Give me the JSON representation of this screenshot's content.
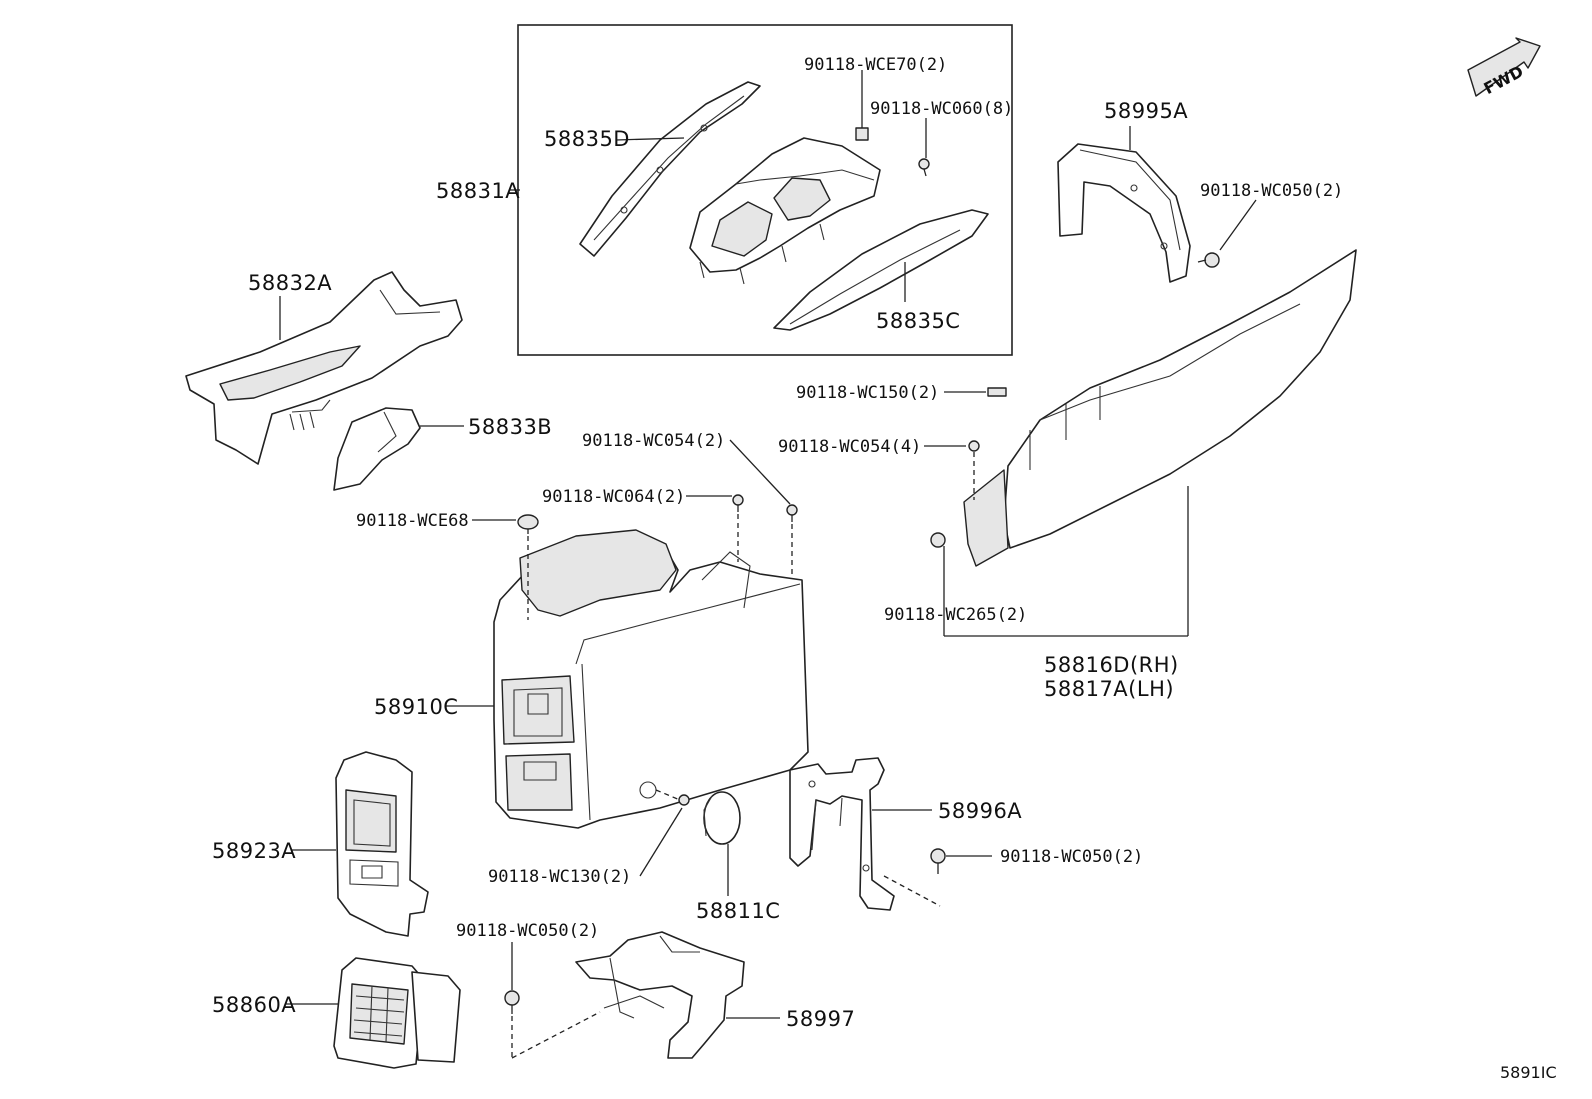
{
  "labels": {
    "p58831A": "58831A",
    "p58835D": "58835D",
    "p58835C": "58835C",
    "wce70": "90118-WCE70(2)",
    "wc060": "90118-WC060(8)",
    "p58995A": "58995A",
    "wc050_top": "90118-WC050(2)",
    "p58832A": "58832A",
    "p58833B": "58833B",
    "wce68": "90118-WCE68",
    "wc054_2": "90118-WC054(2)",
    "wc064": "90118-WC064(2)",
    "wc150": "90118-WC150(2)",
    "wc054_4": "90118-WC054(4)",
    "wc265": "90118-WC265(2)",
    "p58816D": "58816D(RH)",
    "p58817A": "58817A(LH)",
    "p58910C": "58910C",
    "p58996A": "58996A",
    "wc050_mid": "90118-WC050(2)",
    "p58923A": "58923A",
    "wc130": "90118-WC130(2)",
    "p58811C": "58811C",
    "wc050_bot": "90118-WC050(2)",
    "p58860A": "58860A",
    "p58997": "58997",
    "fwd": "FWD",
    "code": "5891IC"
  }
}
